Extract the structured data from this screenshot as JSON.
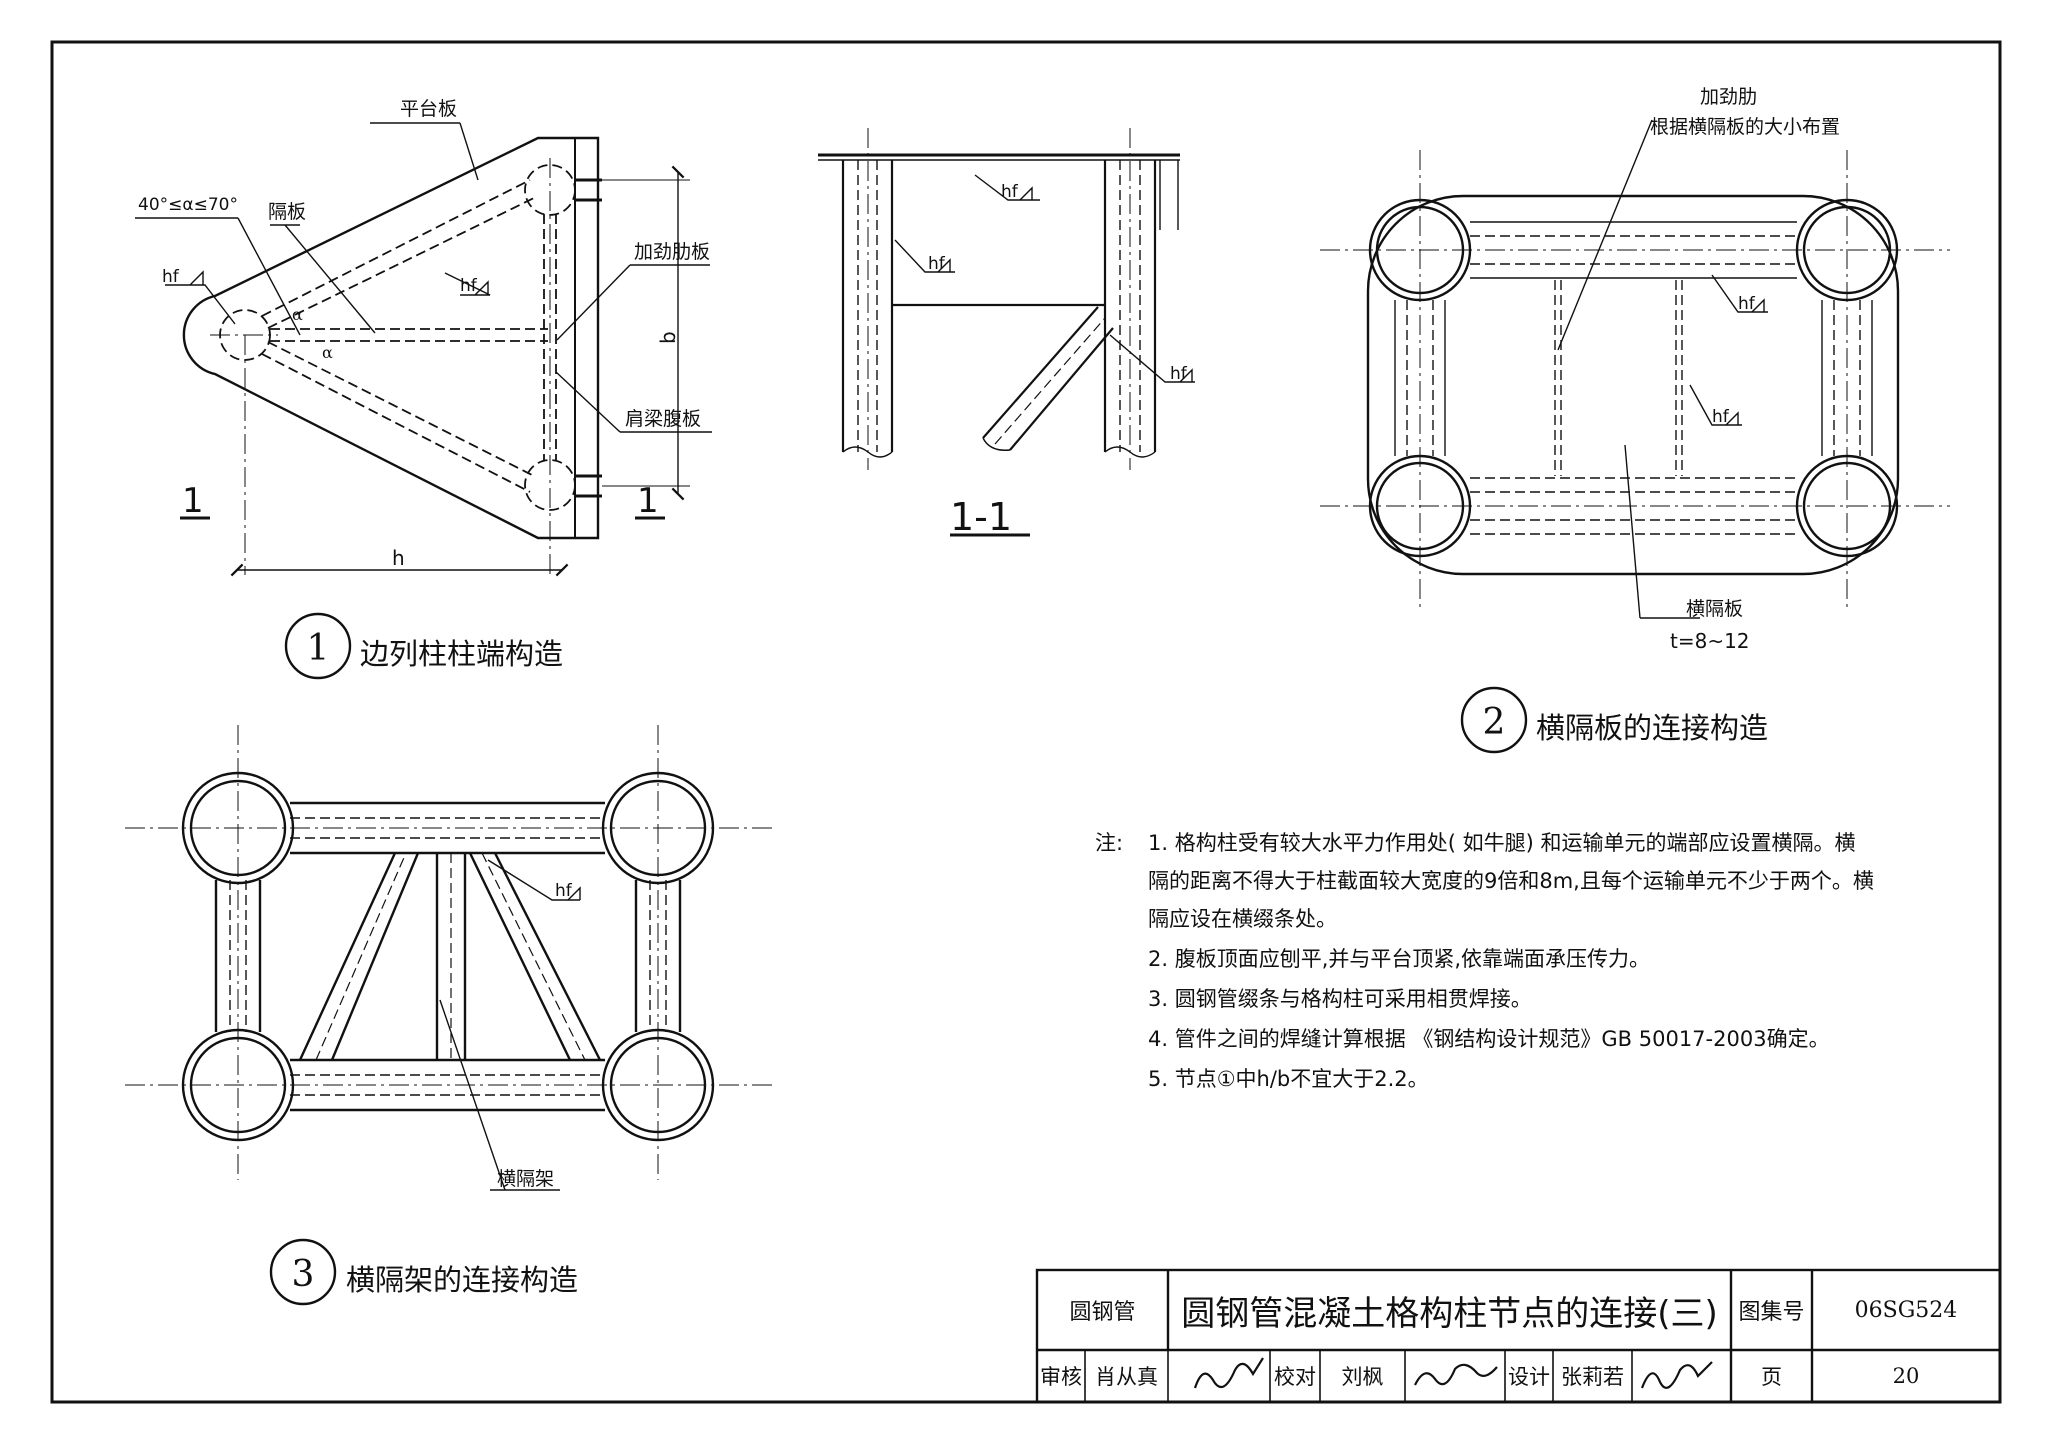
{
  "detail1": {
    "labels": {
      "platform_plate": "平台板",
      "diaphragm": "隔板",
      "stiffener_plate": "加劲肋板",
      "shoulder_beam_web": "肩梁腹板",
      "angle_range": "40°≤α≤70°",
      "alpha": "α",
      "hf": "hf",
      "dim_b": "b",
      "dim_h": "h",
      "section_mark": "1"
    },
    "caption_number": "1",
    "caption": "边列柱柱端构造"
  },
  "section11": {
    "title": "1-1",
    "hf": "hf"
  },
  "detail2": {
    "labels": {
      "stiffener": "加劲肋",
      "stiffener_note": "根据横隔板的大小布置",
      "diaphragm_plate": "横隔板",
      "thickness": "t=8~12",
      "hf": "hf"
    },
    "caption_number": "2",
    "caption": "横隔板的连接构造"
  },
  "detail3": {
    "labels": {
      "cross_frame": "横隔架",
      "hf": "hf"
    },
    "caption_number": "3",
    "caption": "横隔架的连接构造"
  },
  "notes": {
    "prefix": "注:",
    "lines": [
      "1. 格构柱受有较大水平力作用处( 如牛腿) 和运输单元的端部应设置横隔。横",
      "隔的距离不得大于柱截面较大宽度的9倍和8m,且每个运输单元不少于两个。横",
      "隔应设在横缀条处。",
      "2. 腹板顶面应刨平,并与平台顶紧,依靠端面承压传力。",
      "3. 圆钢管缀条与格构柱可采用相贯焊接。",
      "4. 管件之间的焊缝计算根据 《钢结构设计规范》GB 50017-2003确定。",
      "5. 节点①中h/b不宜大于2.2。"
    ]
  },
  "title_block": {
    "category": "圆钢管",
    "title": "圆钢管混凝土格构柱节点的连接(三)",
    "atlas_label": "图集号",
    "atlas_no": "06SG524",
    "review_label": "审核",
    "reviewer": "肖从真",
    "check_label": "校对",
    "checker": "刘枫",
    "design_label": "设计",
    "designer": "张莉若",
    "page_label": "页",
    "page_no": "20"
  }
}
